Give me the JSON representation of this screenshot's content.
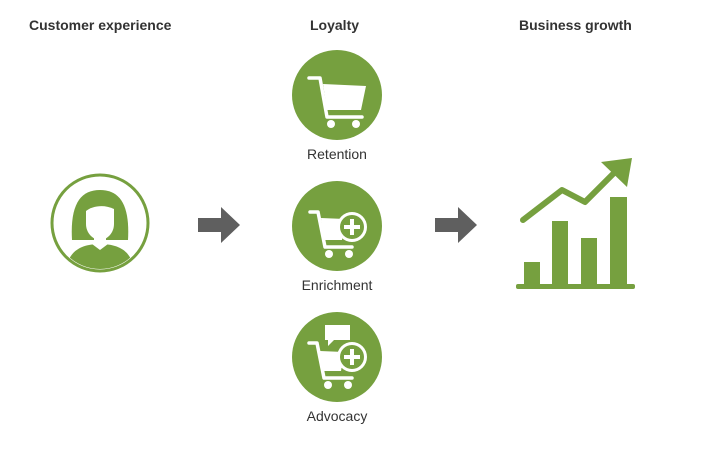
{
  "headings": {
    "customer_experience": "Customer experience",
    "loyalty": "Loyalty",
    "business_growth": "Business growth"
  },
  "loyalty_items": [
    {
      "label": "Retention",
      "icon": "cart-icon"
    },
    {
      "label": "Enrichment",
      "icon": "cart-plus-icon"
    },
    {
      "label": "Advocacy",
      "icon": "cart-plus-speech-icon"
    }
  ],
  "customer_icon": "person-icon",
  "growth_icon": "bar-chart-growth-icon",
  "arrow_icon": "arrow-right-icon",
  "colors": {
    "green": "#76A03F",
    "arrow_gray": "#5F5F5F",
    "text": "#333333"
  }
}
